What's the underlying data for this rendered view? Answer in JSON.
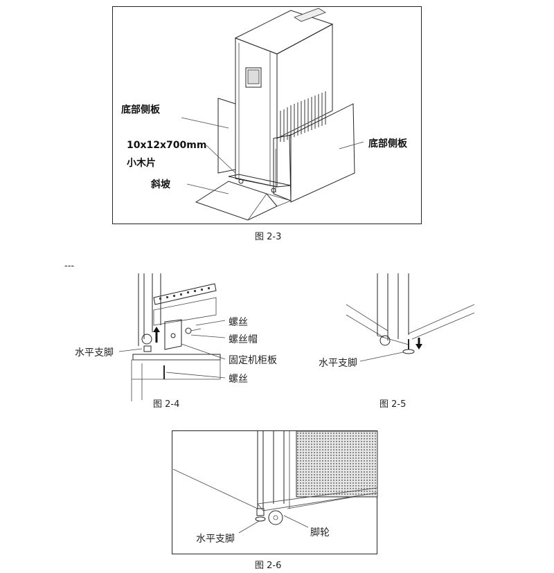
{
  "figure_2_3": {
    "labels": {
      "bottom_panel_left": "底部侧板",
      "wood_size": "10x12x700mm",
      "wood_name": "小木片",
      "ramp": "斜坡",
      "bottom_panel_right": "底部侧板"
    },
    "caption": "图 2-3"
  },
  "separator": "---",
  "figure_2_4": {
    "labels": {
      "screw_top": "螺丝",
      "screw_cap": "螺丝帽",
      "fix_plate": "固定机柜板",
      "screw_bottom": "螺丝",
      "level_foot": "水平支脚"
    },
    "caption": "图 2-4"
  },
  "figure_2_5": {
    "labels": {
      "level_foot": "水平支脚"
    },
    "caption": "图 2-5"
  },
  "figure_2_6": {
    "labels": {
      "level_foot": "水平支脚",
      "caster": "脚轮"
    },
    "caption": "图 2-6"
  }
}
